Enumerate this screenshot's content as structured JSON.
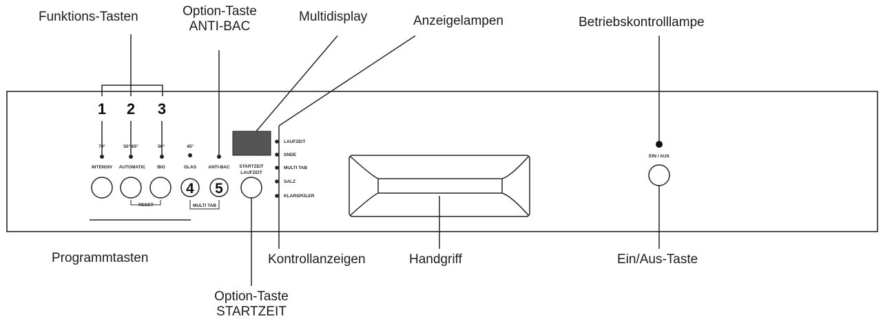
{
  "callouts": {
    "funktions_tasten": "Funktions-Tasten",
    "option_anti_bac_line1": "Option-Taste",
    "option_anti_bac_line2": "ANTI-BAC",
    "multidisplay": "Multidisplay",
    "anzeigelampen": "Anzeigelampen",
    "betriebskontrolllampe": "Betriebskontrolllampe",
    "programmtasten": "Programmtasten",
    "kontrollanzeigen": "Kontrollanzeigen",
    "handgriff": "Handgriff",
    "ein_aus_taste": "Ein/Aus-Taste",
    "option_startzeit_line1": "Option-Taste",
    "option_startzeit_line2": "STARTZEIT"
  },
  "panel": {
    "function_numbers": [
      "1",
      "2",
      "3"
    ],
    "temps": [
      "70°",
      "50°  65°",
      "50°",
      "45°"
    ],
    "program_labels": [
      "INTENSIV",
      "AUTOMATIC",
      "BIO",
      "GLAS",
      "ANTI-BAC"
    ],
    "button_numbers": [
      "4",
      "5"
    ],
    "startzeit_line1": "STARTZEIT",
    "startzeit_line2": "LAUFZEIT",
    "reset_label": "RESET",
    "multitab_label": "MULTI TAB",
    "indicator_labels": [
      "LAUFZEIT",
      "SNDE",
      "MULTI TAB",
      "SALZ",
      "KLARSPÜLER"
    ],
    "power_label": "EIN / AUS"
  }
}
